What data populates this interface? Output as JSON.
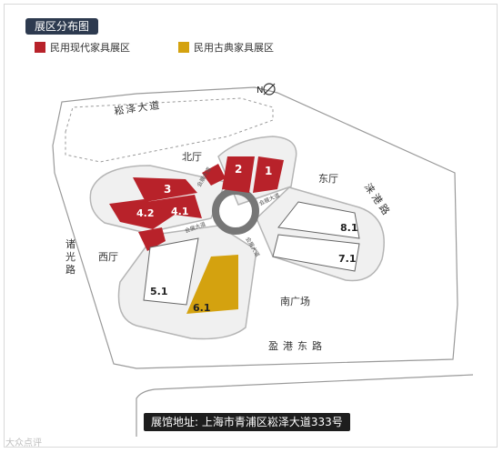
{
  "title": "展区分布图",
  "legend": [
    {
      "label": "民用现代家具展区",
      "color": "#b8222a"
    },
    {
      "label": "民用古典家具展区",
      "color": "#d4a20f"
    }
  ],
  "roads": {
    "north": "崧泽大道",
    "east": "涞港路",
    "west": "诸光路",
    "south": "盈港东路"
  },
  "areas": {
    "north_hall": "北厅",
    "east_hall": "东厅",
    "west_hall": "西厅",
    "south_plaza": "南广场"
  },
  "inner_roads": {
    "nw": "会展大道",
    "ne": "会展大道",
    "sw": "会展大道",
    "s": "会展大道"
  },
  "compass": "N",
  "halls": {
    "h1": "1",
    "h2": "2",
    "h3": "3",
    "h41": "4.1",
    "h42": "4.2",
    "h51": "5.1",
    "h61": "6.1",
    "h71": "7.1",
    "h81": "8.1"
  },
  "address": "展馆地址: 上海市青浦区崧泽大道333号",
  "watermark": "大众点评"
}
